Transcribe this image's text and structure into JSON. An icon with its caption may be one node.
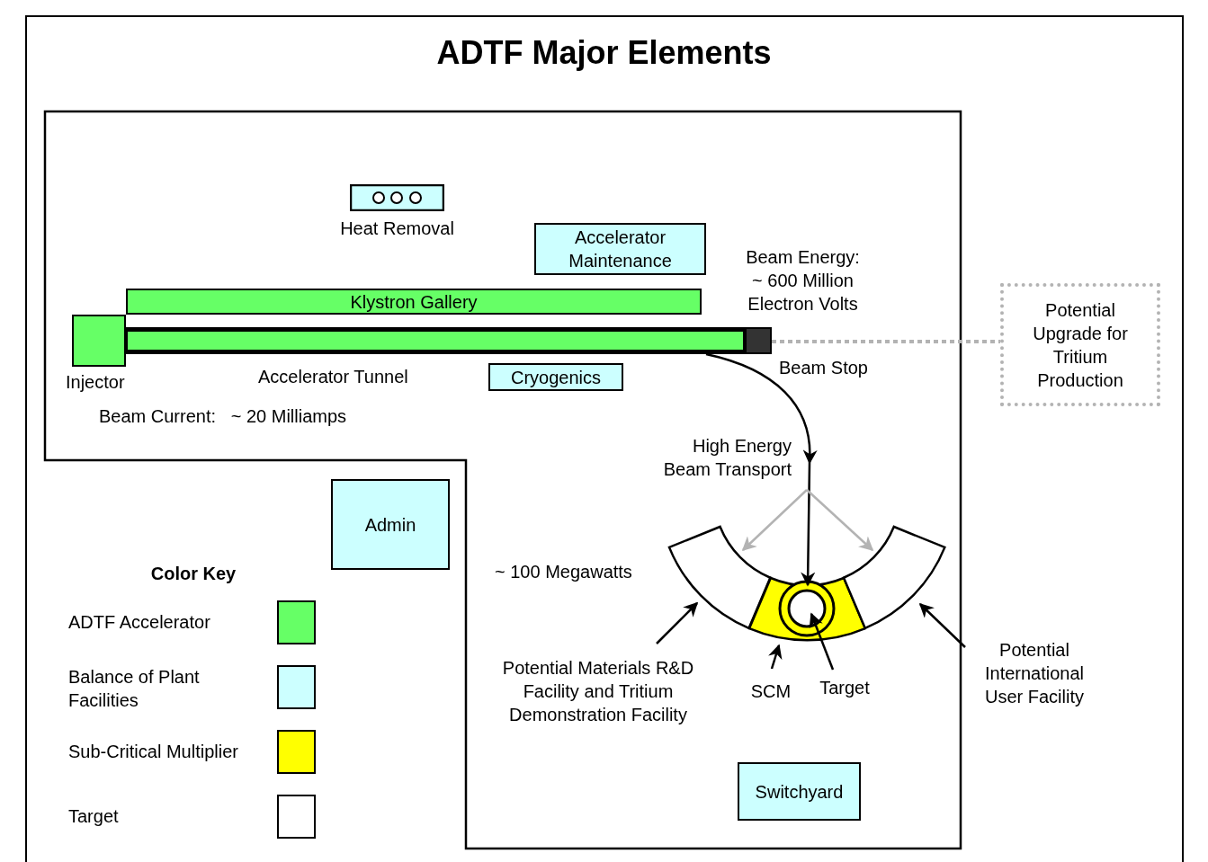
{
  "diagram": {
    "title": "ADTF Major Elements",
    "nodes": [
      {
        "text": [
          "Heat Removal"
        ]
      },
      {
        "text": [
          "Accelerator Maintenance"
        ]
      },
      {
        "text": [
          "Klystron Gallery"
        ]
      },
      {
        "text": [
          "Injector"
        ]
      },
      {
        "text": [
          "Accelerator Tunnel"
        ]
      },
      {
        "text": [
          "Beam Stop"
        ]
      },
      {
        "text": [
          "Cryogenics"
        ]
      },
      {
        "text": [
          "Potential Upgrade for Tritium Production"
        ]
      },
      {
        "text": [
          "Admin"
        ]
      },
      {
        "text": [
          "Switchyard"
        ]
      },
      {
        "text": [
          "Potential Materials R&D Facility and Tritium Demonstration Facility"
        ]
      },
      {
        "text": [],
        "shape": "arc"
      },
      {
        "text": [
          "SCM"
        ]
      },
      {
        "text": [],
        "shape": "arc"
      },
      {
        "text": [
          "Target"
        ]
      },
      {
        "text": [],
        "shape": "circle",
        "in": 13
      },
      {
        "text": [],
        "shape": "arc"
      },
      {
        "text": [
          "Potential International User Facility"
        ]
      }
    ],
    "edges": [
      {
        "from": 4,
        "to": 13,
        "arrow": "to",
        "label": "High Energy Beam Transport"
      },
      {
        "from": null,
        "to": 11,
        "arrow": "to",
        "color": "#b3b3b3"
      },
      {
        "from": null,
        "to": 16,
        "arrow": "to",
        "color": "#b3b3b3"
      },
      {
        "from": 5,
        "to": 7,
        "arrow": "none",
        "style": "dashed",
        "color": "#b3b3b3"
      },
      {
        "from": 10,
        "to": 11,
        "arrow": "to"
      },
      {
        "from": 12,
        "to": 13,
        "arrow": "to"
      },
      {
        "from": 14,
        "to": 15,
        "arrow": "to"
      },
      {
        "from": 17,
        "to": 16,
        "arrow": "to"
      }
    ],
    "labels": [
      "Beam Energy: ~ 600 Million Electron Volts",
      "Beam Current:   ~ 20 Milliamps",
      "~ 100 Megawatts",
      "Color Key"
    ],
    "legend": [
      {
        "text": "ADTF Accelerator",
        "color": "#66ff66"
      },
      {
        "text": "Balance of Plant Facilities",
        "color": "#ccffff"
      },
      {
        "text": "Sub-Critical Multiplier",
        "color": "#ffff00"
      },
      {
        "text": "Target",
        "color": "#ffffff"
      }
    ]
  }
}
